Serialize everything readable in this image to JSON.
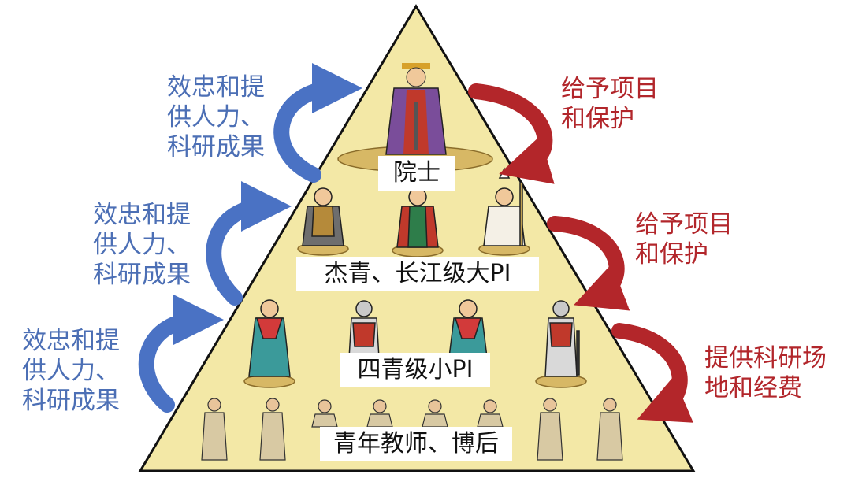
{
  "pyramid": {
    "colors": {
      "fill": "#f3e8a6",
      "stroke": "#111111",
      "pedestal": "#d7b865"
    },
    "tiers": [
      {
        "label": "院士"
      },
      {
        "label": "杰青、长江级大PI"
      },
      {
        "label": "四青级小PI"
      },
      {
        "label": "青年教师、博后"
      }
    ]
  },
  "left_arrows": {
    "color": "#4a72c4",
    "items": [
      {
        "lines": [
          "效忠和提",
          "供人力、",
          "科研成果"
        ]
      },
      {
        "lines": [
          "效忠和提",
          "供人力、",
          "科研成果"
        ]
      },
      {
        "lines": [
          "效忠和提",
          "供人力、",
          "科研成果"
        ]
      }
    ]
  },
  "right_arrows": {
    "color": "#b3262a",
    "items": [
      {
        "lines": [
          "给予项目",
          "和保护"
        ]
      },
      {
        "lines": [
          "给予项目",
          "和保护"
        ]
      },
      {
        "lines": [
          "提供科研场",
          "地和经费"
        ]
      }
    ]
  }
}
